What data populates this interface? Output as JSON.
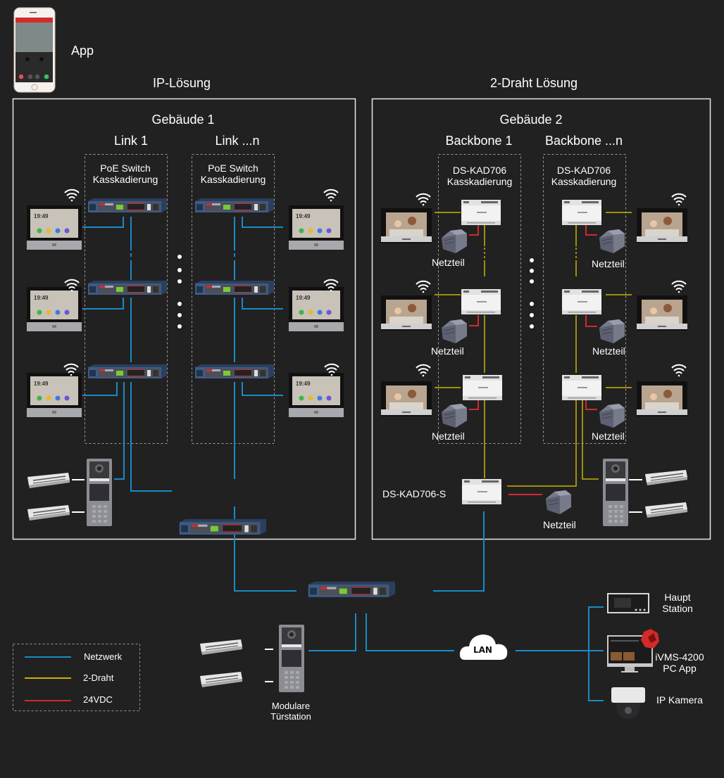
{
  "app": {
    "label": "App"
  },
  "sections": {
    "ip": {
      "title": "IP-Lösung",
      "building": "Gebäude 1",
      "columns": [
        {
          "title": "Link 1",
          "box_label_1": "PoE Switch",
          "box_label_2": "Kasskadierung"
        },
        {
          "title": "Link ...n",
          "box_label_1": "PoE Switch",
          "box_label_2": "Kasskadierung"
        }
      ],
      "monitor_time": "19:49"
    },
    "twowire": {
      "title": "2-Draht Lösung",
      "building": "Gebäude 2",
      "columns": [
        {
          "title": "Backbone 1",
          "box_label_1": "DS-KAD706",
          "box_label_2": "Kasskadierung"
        },
        {
          "title": "Backbone ...n",
          "box_label_1": "DS-KAD706",
          "box_label_2": "Kasskadierung"
        }
      ],
      "psu_label": "Netzteil",
      "main_distributor": "DS-KAD706-S"
    }
  },
  "bottom": {
    "door_station_label_1": "Modulare",
    "door_station_label_2": "Türstation",
    "cloud_label": "LAN",
    "endpoints": [
      {
        "label_1": "Haupt",
        "label_2": "Station",
        "icon": "master-station-icon"
      },
      {
        "label_1": "iVMS-4200",
        "label_2": "PC  App",
        "icon": "pc-monitor-icon"
      },
      {
        "label_1": "IP Kamera",
        "label_2": "",
        "icon": "dome-camera-icon"
      }
    ]
  },
  "legend": {
    "items": [
      {
        "label": "Netzwerk",
        "color": "#1a8ac8"
      },
      {
        "label": "2-Draht",
        "color": "#c9b400"
      },
      {
        "label": "24VDC",
        "color": "#d42a2a"
      }
    ]
  },
  "colors": {
    "network": "#1a8ac8",
    "twowire": "#c9b400",
    "power": "#d42a2a",
    "background": "#212121",
    "border": "#e8e8e8"
  }
}
